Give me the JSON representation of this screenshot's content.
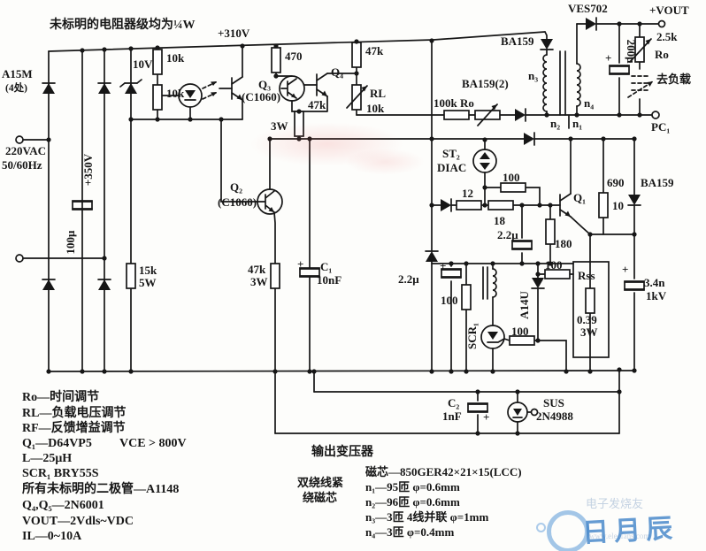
{
  "colors": {
    "ink": "#161616",
    "watermark_blue": "#4a8fd4",
    "stamp_red": "#e06060",
    "paper": "#fdfdfb"
  },
  "labels": {
    "note": "未标明的电阻器级均为¼W",
    "a15m": "A15M",
    "a15m_note": "(4处)",
    "v220": "220VAC",
    "hz": "50/60Hz",
    "v350": "+350V",
    "c100u": "100μ",
    "v10": "10V",
    "r10k_a": "10k",
    "r10k_b": "10k",
    "r15k": "15k",
    "r15k_w": "5W",
    "v310": "+310V",
    "r470": "470",
    "q3": "Q₃",
    "q3_type": "(C1060)",
    "q4": "Q₄",
    "r47k_top": "47k",
    "rl": "RL",
    "rl_val": "10k",
    "r47k_mid": "47k",
    "r47k_mid_w": "3W",
    "q2": "Q₂",
    "q2_type": "(C1060)",
    "r47k_3w": "47k",
    "r47k_3w_w": "3W",
    "c1": "C₁",
    "c1_val": "10nF",
    "plus": "+",
    "r100k_ro": "100k Ro",
    "ba159_2": "BA159(2)",
    "ba159_top": "BA159",
    "n1": "n₁",
    "n2": "n₂",
    "n3": "n₃",
    "n4": "n₄",
    "ves702": "VES702",
    "vout": "+VOUT",
    "r25k": "2.5k",
    "ro_out": "Ro",
    "c200u": "200μ",
    "load": "去负载",
    "pc1": "PC₁",
    "st2": "ST₂",
    "diac": "DIAC",
    "r100_row212": "100",
    "r12": "12",
    "r18": "18",
    "c22_a": "2.2μ",
    "r690": "690",
    "ba159_r": "BA159",
    "q1": "Q₁",
    "r10": "10",
    "r180": "180",
    "c22_b": "2.2μ",
    "r100_x527": "100",
    "scr1": "SCR₁",
    "a14u": "A14U",
    "r100_gate": "100",
    "r100_d": "100",
    "rss": "Rss",
    "rss_val": "0.39",
    "rss_w": "3W",
    "c34": "3.4n",
    "c34_v": "1kV",
    "c2": "C₂",
    "c2_val": "1nF",
    "sus": "SUS",
    "sus_type": "2N4988"
  },
  "legend": {
    "lines": [
      "Ro—时间调节",
      "RL—负载电压调节",
      "RF—反馈增益调节",
      "Q₁—D64VP5",
      "L—25μH",
      "SCR₁ BRY55S",
      "所有未标明的二极管—A1148",
      "Q₄,Q₅—2N6001",
      "VOUT—2Vdls~VDC",
      "IL—0~10A"
    ],
    "vce": "VCE > 800V"
  },
  "spec": {
    "title": "输出变压器",
    "note1": "双绕线紧",
    "note2": "绕磁芯",
    "lines": [
      "磁芯—850GER42×21×15(LCC)",
      "n₁—95匝 φ=0.6mm",
      "n₂—96匝 φ=0.6mm",
      "n₃—3匝 4线并联 φ=1mm",
      "n₄—3匝 φ=0.4mm"
    ]
  },
  "watermark": {
    "brand": "日月辰",
    "faint": "电子发烧友",
    "site": "www.elecfans.com"
  }
}
